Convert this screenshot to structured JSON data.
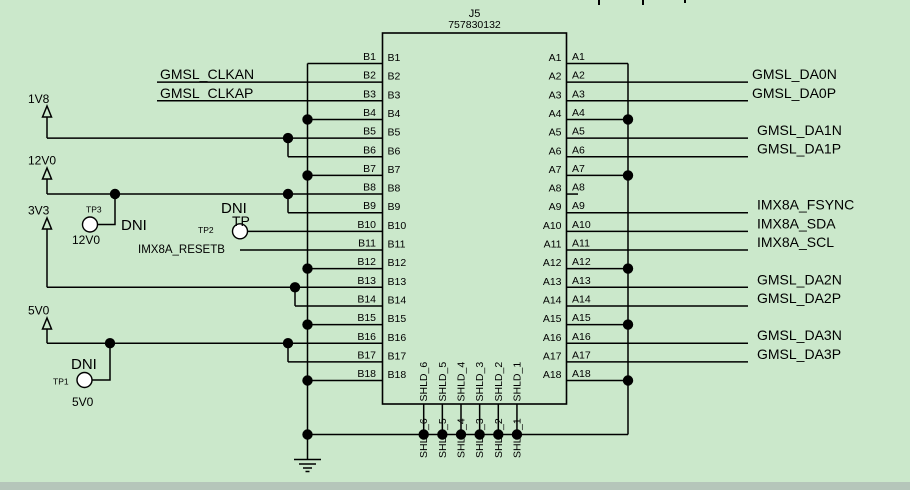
{
  "connector": {
    "refdes": "J5",
    "part_number": "757830132",
    "b_pin_names": [
      "B1",
      "B2",
      "B3",
      "B4",
      "B5",
      "B6",
      "B7",
      "B8",
      "B9",
      "B10",
      "B11",
      "B12",
      "B13",
      "B14",
      "B15",
      "B16",
      "B17",
      "B18"
    ],
    "a_pin_names": [
      "A1",
      "A2",
      "A3",
      "A4",
      "A5",
      "A6",
      "A7",
      "A8",
      "A9",
      "A10",
      "A11",
      "A12",
      "A13",
      "A14",
      "A15",
      "A16",
      "A17",
      "A18"
    ],
    "b_net_labels": [
      "B1",
      "B2",
      "B3",
      "B4",
      "B5",
      "B6",
      "B7",
      "B8",
      "B9",
      "B10",
      "B11",
      "B12",
      "B13",
      "B14",
      "B15",
      "B16",
      "B17",
      "B18"
    ],
    "a_net_labels": [
      "A1",
      "A2",
      "A3",
      "A4",
      "A5",
      "A6",
      "A7",
      "A8",
      "A9",
      "A10",
      "A11",
      "A12",
      "A13",
      "A14",
      "A15",
      "A16",
      "A17",
      "A18"
    ],
    "shld_pin_names": [
      "SHLD_6",
      "SHLD_5",
      "SHLD_4",
      "SHLD_3",
      "SHLD_2",
      "SHLD_1"
    ],
    "shld_net_labels": [
      "SHLD_6",
      "SHLD_5",
      "SHLD_4",
      "SHLD_3",
      "SHLD_2",
      "SHLD_1"
    ]
  },
  "signals": {
    "gmsl_clkan": "GMSL_CLKAN",
    "gmsl_clkap": "GMSL_CLKAP",
    "imx8a_resetb": "IMX8A_RESETB",
    "gmsl_da0n": "GMSL_DA0N",
    "gmsl_da0p": "GMSL_DA0P",
    "gmsl_da1n": "GMSL_DA1N",
    "gmsl_da1p": "GMSL_DA1P",
    "imx8a_fsync": "IMX8A_FSYNC",
    "imx8a_sda": "IMX8A_SDA",
    "imx8a_scl": "IMX8A_SCL",
    "gmsl_da2n": "GMSL_DA2N",
    "gmsl_da2p": "GMSL_DA2P",
    "gmsl_da3n": "GMSL_DA3N",
    "gmsl_da3p": "GMSL_DA3P"
  },
  "power_nets": {
    "v1v8": "1V8",
    "v12v0": "12V0",
    "v3v3": "3V3",
    "v5v0": "5V0"
  },
  "testpoints": {
    "tp3": {
      "ref": "TP3",
      "note": "DNI",
      "net": "12V0"
    },
    "tp2": {
      "ref": "TP2",
      "note": "DNI",
      "label": "TP"
    },
    "tp1": {
      "ref": "TP1",
      "note": "DNI",
      "net": "5V0"
    }
  },
  "colors": {
    "background": "#cbe8cb",
    "line": "#000000",
    "text": "#000000",
    "footer_strip": "#b5c6ba",
    "testpoint_fill": "#ffffff"
  }
}
